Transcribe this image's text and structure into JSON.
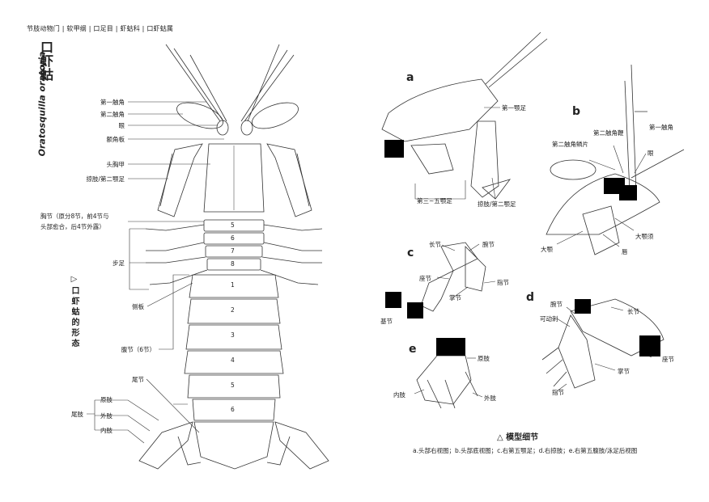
{
  "header": {
    "taxonomy": "节肢动物门 | 软甲纲 | 口足目 | 虾蛄科 | 口虾蛄属",
    "title_cn": "口虾蛄",
    "title_latin": "Oratosquilla oratoria",
    "figure_caption": "▷口虾蛄的形态"
  },
  "main_labels": {
    "antenna1": "第一触角",
    "antenna2": "第二触角",
    "eye": "眼",
    "rostral_plate": "额角板",
    "carapace": "头胸甲",
    "raptorial": "掠肢/第二颚足",
    "thorax_note_line1": "胸节（原分8节，前4节与",
    "thorax_note_line2": "头部愈合，后4节外露）",
    "walking_legs": "步足",
    "lateral_plate": "侧板",
    "abdomen": "腹节（6节）",
    "telson": "尾节",
    "uropod": "尾肢",
    "protopod": "原肢",
    "exopod": "外肢",
    "endopod": "内肢",
    "thorax_segments": [
      "5",
      "6",
      "7",
      "8"
    ],
    "abdomen_segments": [
      "1",
      "2",
      "3",
      "4",
      "5",
      "6"
    ]
  },
  "detail": {
    "a": {
      "letter": "a",
      "first_maxilliped": "第一颚足",
      "legs_3_5": "第三~五颚足",
      "raptorial": "掠肢/第二颚足"
    },
    "b": {
      "letter": "b",
      "antenna1": "第一触角",
      "antenna2_flagellum": "第二触角鞭",
      "antenna2_scale": "第二触角鳞片",
      "eye": "眼",
      "maxilla": "大颚须",
      "mandible": "大颚",
      "lip": "唇"
    },
    "c": {
      "letter": "c",
      "merus": "长节",
      "carpus": "腕节",
      "ischium": "座节",
      "dactyl": "指节",
      "propodus": "掌节",
      "basis": "基节"
    },
    "d": {
      "letter": "d",
      "carpus": "腕节",
      "merus": "长节",
      "movable_spine": "可动刺",
      "ischium": "座节",
      "propodus": "掌节",
      "dactyl": "指节"
    },
    "e": {
      "letter": "e",
      "protopod": "原肢",
      "endopod": "内肢",
      "exopod": "外肢"
    },
    "title": "△ 模型细节",
    "subtitle": "a.头部右视图；b.头部底视图；c.右第五颚足；d.右掠肢；e.右第五腹肢/泳足后视图"
  }
}
